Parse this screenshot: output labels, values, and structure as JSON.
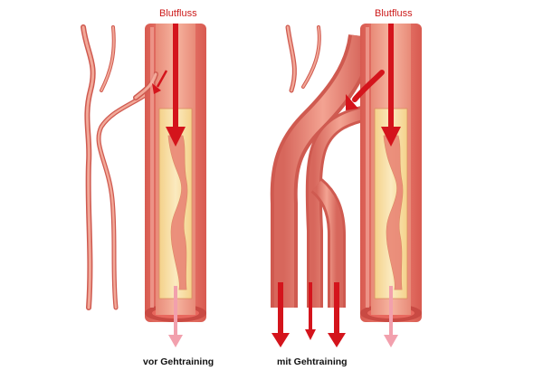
{
  "labels": {
    "flow_left": "Blutfluss",
    "flow_right": "Blutfluss"
  },
  "captions": {
    "before": "vor Gehtraining",
    "after": "mit Gehtraining"
  },
  "colors": {
    "vessel_wall": "#e8685e",
    "vessel_wall_dark": "#c94a43",
    "lumen": "#f0a48f",
    "plaque": "#f7dc9c",
    "plaque_edge": "#d98b5e",
    "arrow_red": "#d4141c",
    "arrow_faded": "#f2a0ad",
    "label_red": "#cc1a1a"
  }
}
